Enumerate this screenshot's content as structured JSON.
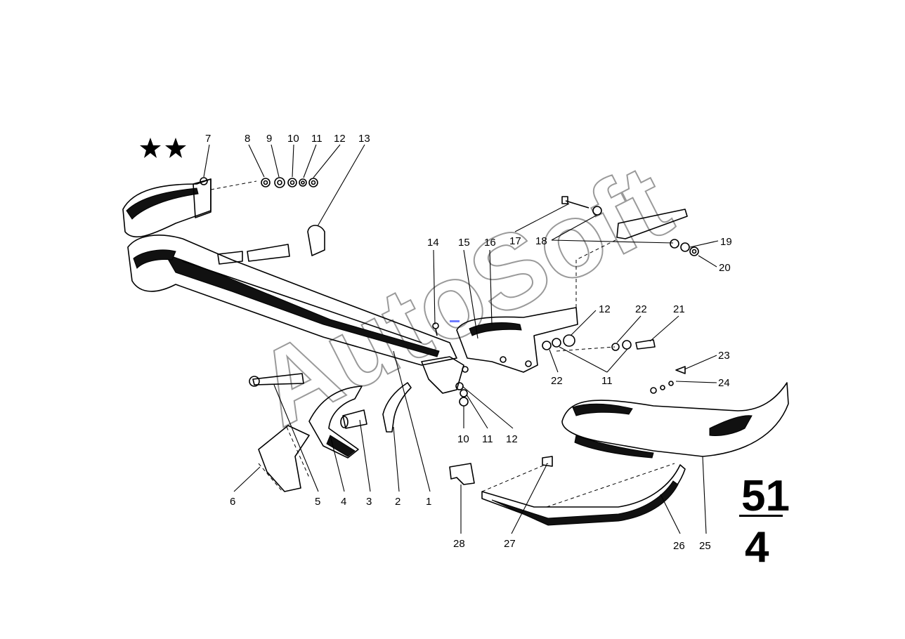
{
  "diagram": {
    "watermark": "AutoSoft",
    "reference": {
      "group": "51",
      "sub": "4"
    },
    "labels": [
      "1",
      "2",
      "3",
      "4",
      "5",
      "6",
      "7",
      "8",
      "9",
      "10",
      "11",
      "12",
      "13",
      "14",
      "15",
      "16",
      "17",
      "18",
      "19",
      "20",
      "21",
      "22",
      "23",
      "24",
      "25",
      "26",
      "27",
      "28"
    ],
    "lower_labels": {
      "left_10": "10",
      "left_11": "11",
      "left_12": "12",
      "mid_12": "12",
      "mid_22": "22",
      "low_22": "22",
      "low_11": "11"
    },
    "colors": {
      "ink": "#000000",
      "watermark": "#9a9a9a",
      "accent_mark": "#6f7cff"
    }
  }
}
